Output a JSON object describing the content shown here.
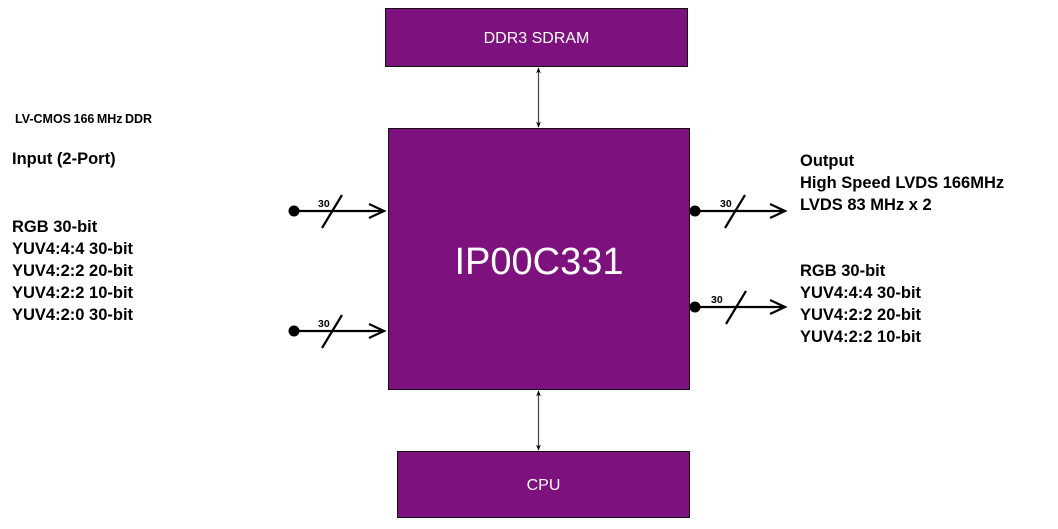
{
  "diagram": {
    "type": "block-diagram",
    "colors": {
      "block_fill": "#7d117d",
      "block_border": "#111111",
      "block_text": "#ffffff",
      "wire": "#000000",
      "label_text": "#000000"
    },
    "blocks": {
      "memory": {
        "label": "DDR3 SDRAM"
      },
      "chip": {
        "label": "IP00C331"
      },
      "cpu": {
        "label": "CPU"
      }
    },
    "input": {
      "interface": "LV-CMOS 166 MHz DDR",
      "heading": "Input (2-Port)",
      "formats": [
        "RGB 30-bit",
        "YUV4:4:4 30-bit",
        "YUV4:2:2 20-bit",
        "YUV4:2:2 10-bit",
        "YUV4:2:0 30-bit"
      ],
      "ports": [
        {
          "bus_width": "30"
        },
        {
          "bus_width": "30"
        }
      ]
    },
    "output": {
      "heading": "Output",
      "interfaces": [
        "High Speed LVDS 166MHz",
        "LVDS 83 MHz x 2"
      ],
      "formats": [
        "RGB 30-bit",
        "YUV4:4:4 30-bit",
        "YUV4:2:2 20-bit",
        "YUV4:2:2 10-bit"
      ],
      "ports": [
        {
          "bus_width": "30"
        },
        {
          "bus_width": "30"
        }
      ]
    },
    "connections": [
      {
        "from": "DDR3 SDRAM",
        "to": "IP00C331",
        "direction": "bidirectional"
      },
      {
        "from": "IP00C331",
        "to": "CPU",
        "direction": "bidirectional"
      },
      {
        "from": "Input port 1",
        "to": "IP00C331",
        "direction": "in",
        "bus_width": "30"
      },
      {
        "from": "Input port 2",
        "to": "IP00C331",
        "direction": "in",
        "bus_width": "30"
      },
      {
        "from": "IP00C331",
        "to": "Output port 1",
        "direction": "out",
        "bus_width": "30"
      },
      {
        "from": "IP00C331",
        "to": "Output port 2",
        "direction": "out",
        "bus_width": "30"
      }
    ]
  }
}
